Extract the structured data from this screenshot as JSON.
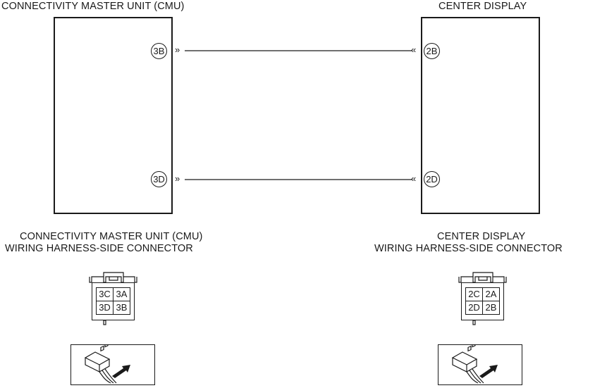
{
  "left_unit": {
    "title": "CONNECTIVITY MASTER UNIT (CMU)",
    "pins": [
      "3B",
      "3D"
    ],
    "connector_title_1": "CONNECTIVITY MASTER UNIT (CMU)",
    "connector_title_2": "WIRING HARNESS-SIDE CONNECTOR",
    "connector_cavities": [
      "3C",
      "3A",
      "3D",
      "3B"
    ]
  },
  "right_unit": {
    "title": "CENTER DISPLAY",
    "pins": [
      "2B",
      "2D"
    ],
    "connector_title_1": "CENTER DISPLAY",
    "connector_title_2": "WIRING HARNESS-SIDE CONNECTOR",
    "connector_cavities": [
      "2C",
      "2A",
      "2D",
      "2B"
    ]
  },
  "connector_glyph": "»",
  "connector_glyph_reverse": "«",
  "wires": [
    {
      "from": "3B",
      "to": "2B"
    },
    {
      "from": "3D",
      "to": "2D"
    }
  ]
}
